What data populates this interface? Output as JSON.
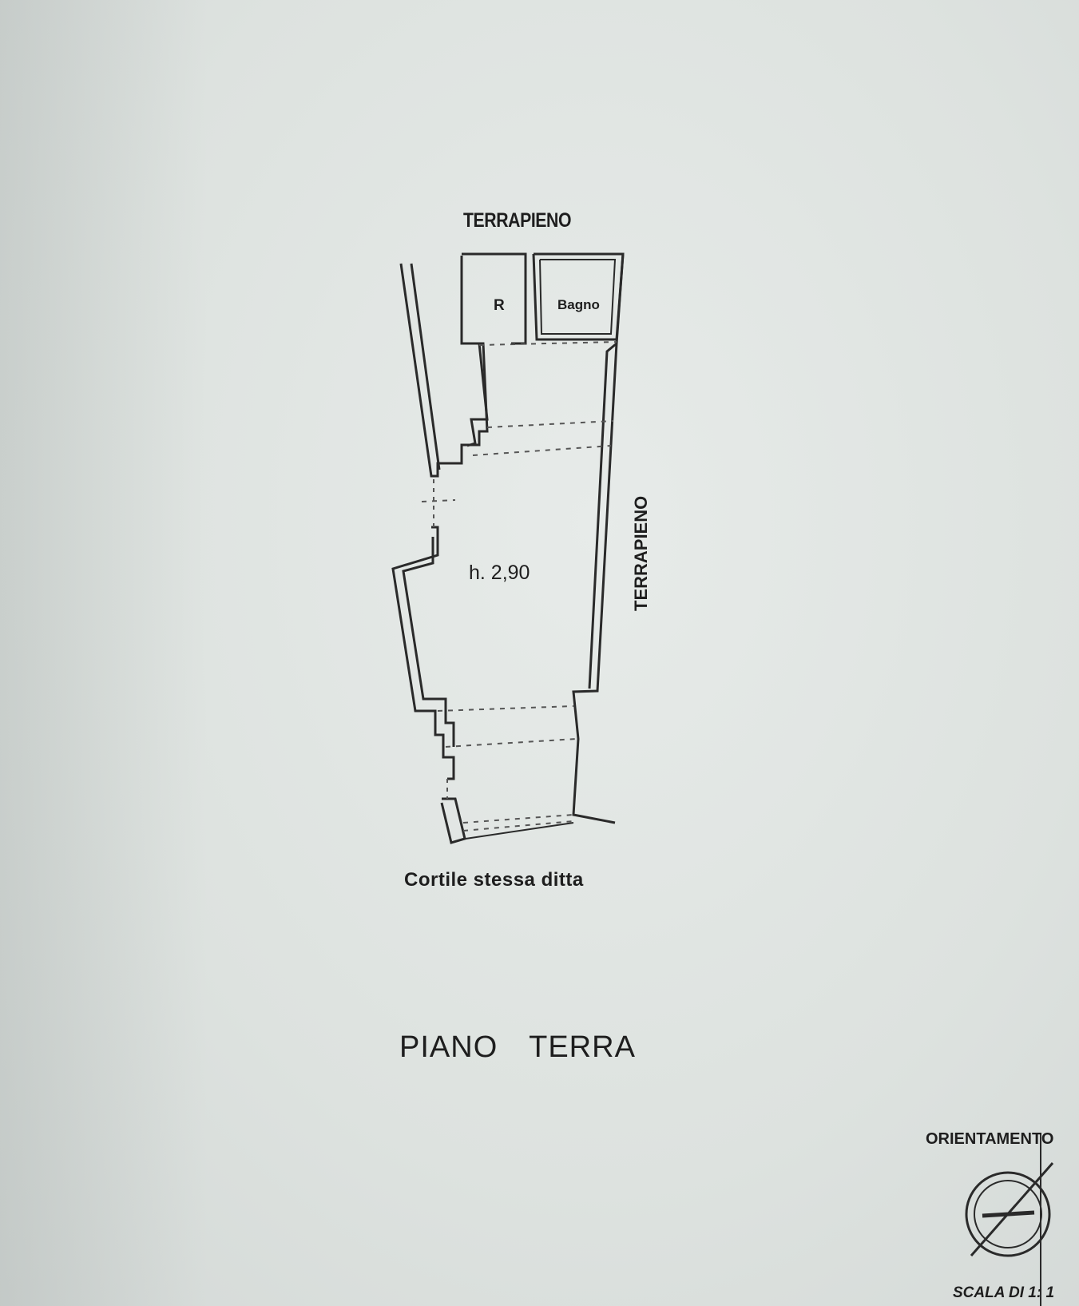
{
  "plan": {
    "label_top": "TERRAPIENO",
    "label_side": "TERRAPIENO",
    "room_r": "R",
    "room_bagno": "Bagno",
    "height": "h.  2,90",
    "label_bottom": "Cortile stessa ditta"
  },
  "title": "PIANO TERRA",
  "orientation_label": "ORIENTAMENTO",
  "scale_label": "SCALA DI 1: 1",
  "colors": {
    "paper": "#dfe3e1",
    "ink": "#222222"
  },
  "icons": [
    "north-arrow-icon"
  ]
}
